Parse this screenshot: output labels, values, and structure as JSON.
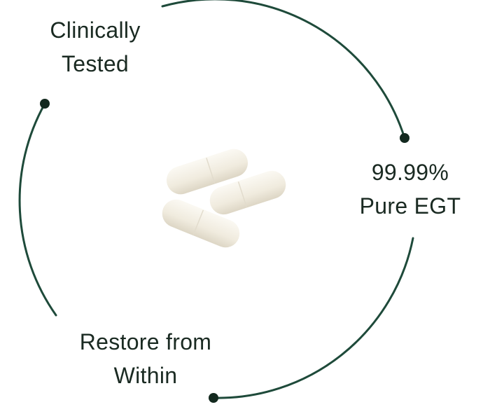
{
  "features": [
    {
      "line1": "Clinically",
      "line2": "Tested"
    },
    {
      "line1": "99.99%",
      "line2": "Pure EGT"
    },
    {
      "line1": "Restore from",
      "line2": "Within"
    }
  ],
  "colors": {
    "line": "#1e4a3a",
    "dot": "#13291f",
    "text": "#1a2a22",
    "capsule": "#f2eee3"
  },
  "image": {
    "icon": "capsules-icon"
  }
}
